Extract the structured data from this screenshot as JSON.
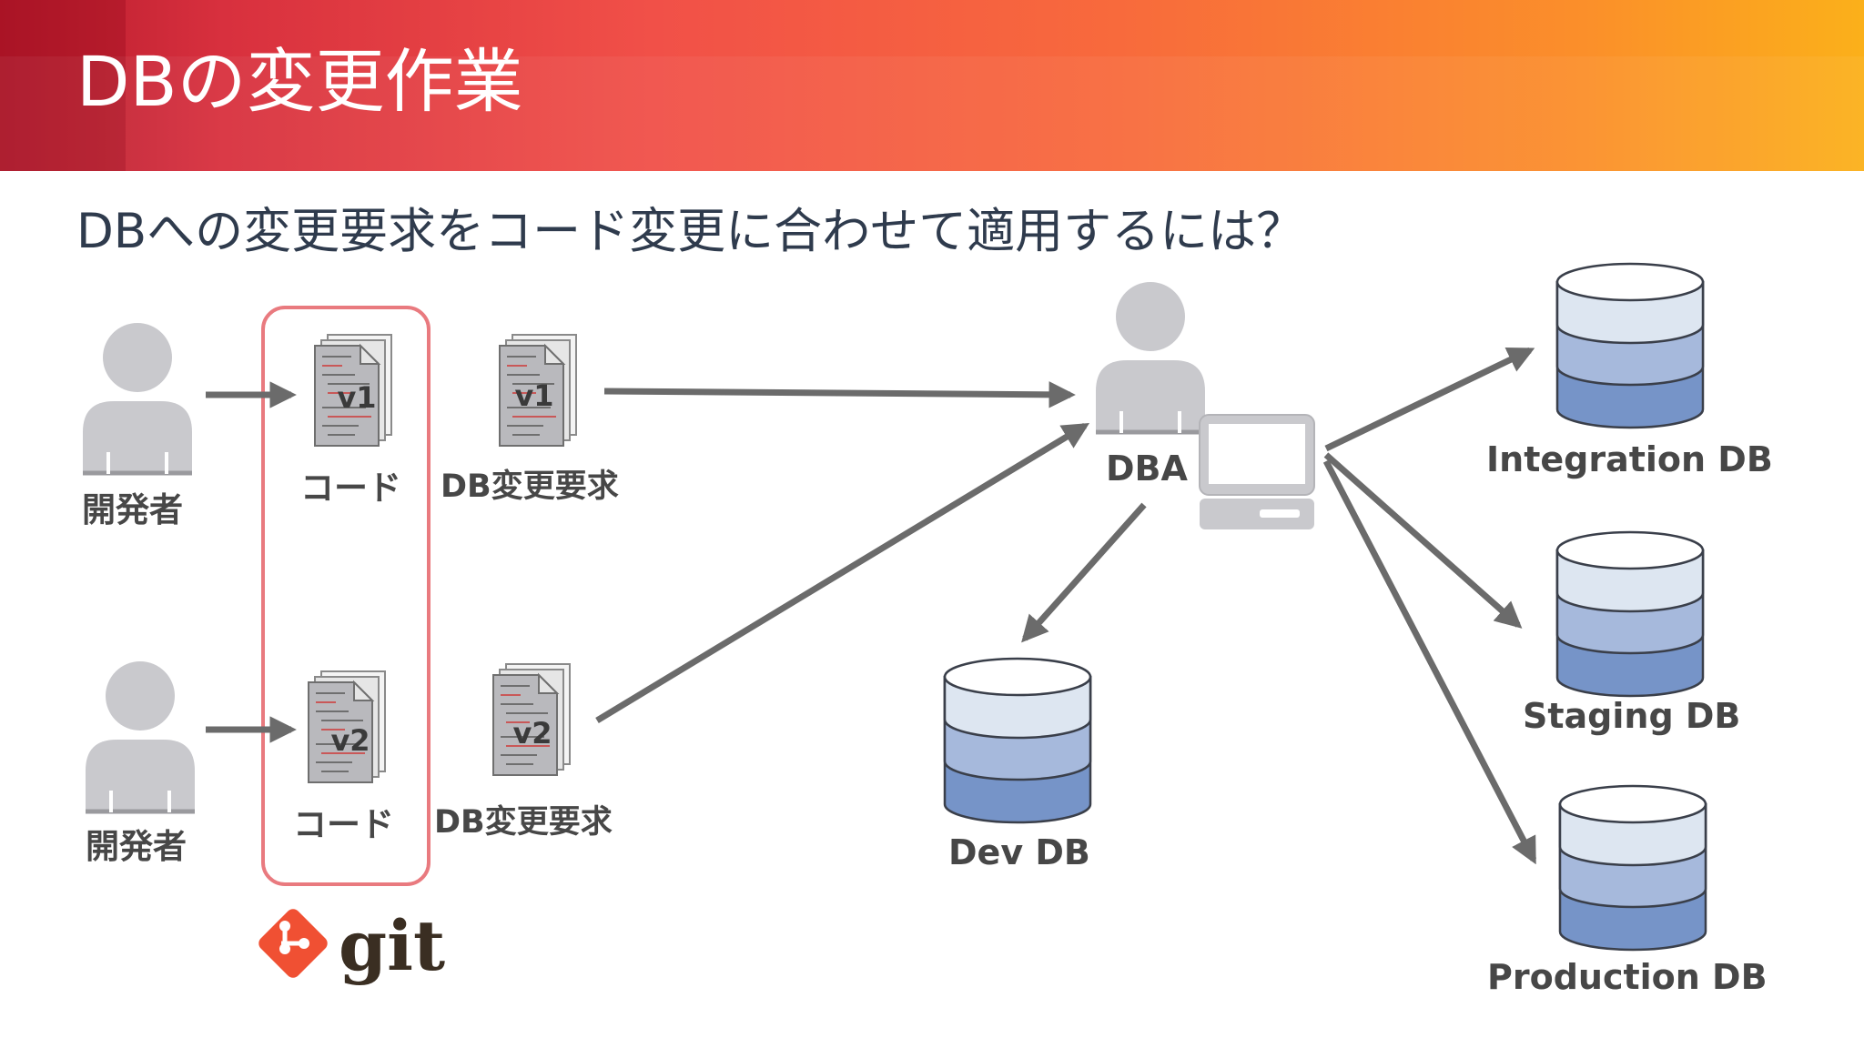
{
  "header": {
    "title": "DBの変更作業",
    "gradient": [
      "#b51a2c",
      "#f15048",
      "#fbb01a"
    ]
  },
  "subtitle": "DBへの変更要求をコード変更に合わせて適用するには？",
  "developers": [
    {
      "label": "開発者"
    },
    {
      "label": "開発者"
    }
  ],
  "code_docs": [
    {
      "version": "v1",
      "label": "コード"
    },
    {
      "version": "v2",
      "label": "コード"
    }
  ],
  "change_requests": [
    {
      "version": "v1",
      "label": "DB変更要求"
    },
    {
      "version": "v2",
      "label": "DB変更要求"
    }
  ],
  "git_logo": {
    "text": "git",
    "color": "#f05033"
  },
  "repo_box_color": "#e97a7f",
  "dba": {
    "label": "DBA",
    "icon": "person-with-computer-icon"
  },
  "databases": {
    "dev": "Dev DB",
    "integration": "Integration DB",
    "staging": "Staging DB",
    "production": "Production DB"
  },
  "colors": {
    "arrow": "#6b6b6b",
    "person": "#c9c9cd",
    "db_top": "#dde6f1",
    "db_mid": "#a6b9dc",
    "db_bottom": "#7694c8",
    "text_dark": "#474747"
  }
}
